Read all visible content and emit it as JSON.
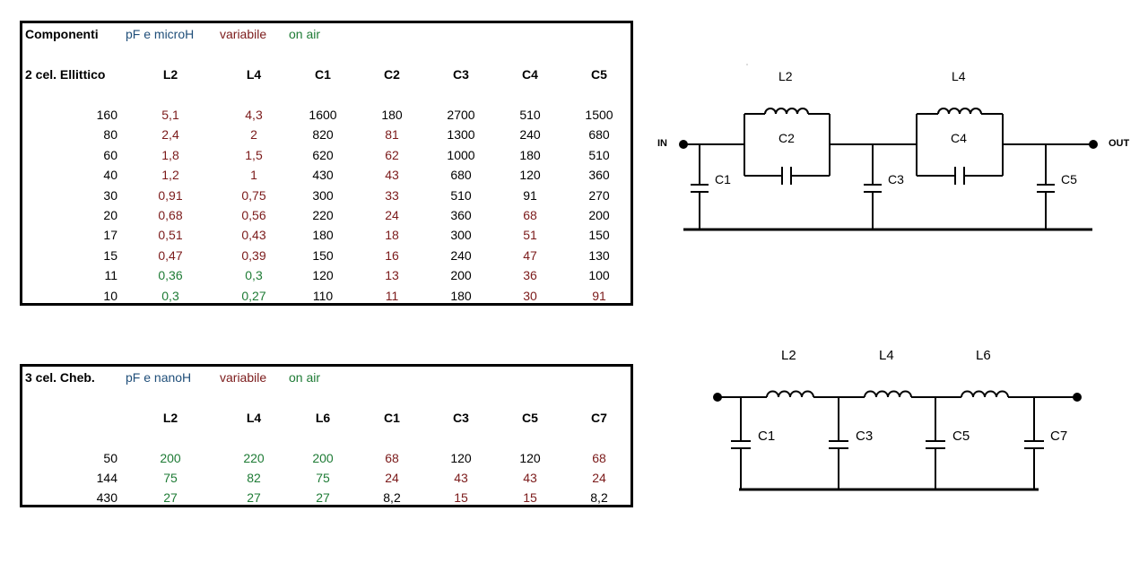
{
  "colors": {
    "blue": "#1f4e79",
    "red": "#7b1a1a",
    "green": "#1e7b35",
    "black": "#000000"
  },
  "table1": {
    "title": "Componenti",
    "legend": [
      {
        "text": "pF e microH",
        "color": "blue"
      },
      {
        "text": "variabile",
        "color": "red"
      },
      {
        "text": "on air",
        "color": "green"
      }
    ],
    "row_header": "2 cel. Ellittico",
    "columns": [
      "L2",
      "L4",
      "C1",
      "C2",
      "C3",
      "C4",
      "C5"
    ],
    "rows": [
      {
        "label": "160",
        "cells": [
          [
            "5,1",
            "red"
          ],
          [
            "4,3",
            "red"
          ],
          [
            "1600",
            "black"
          ],
          [
            "180",
            "black"
          ],
          [
            "2700",
            "black"
          ],
          [
            "510",
            "black"
          ],
          [
            "1500",
            "black"
          ]
        ]
      },
      {
        "label": "80",
        "cells": [
          [
            "2,4",
            "red"
          ],
          [
            "2",
            "red"
          ],
          [
            "820",
            "black"
          ],
          [
            "81",
            "red"
          ],
          [
            "1300",
            "black"
          ],
          [
            "240",
            "black"
          ],
          [
            "680",
            "black"
          ]
        ]
      },
      {
        "label": "60",
        "cells": [
          [
            "1,8",
            "red"
          ],
          [
            "1,5",
            "red"
          ],
          [
            "620",
            "black"
          ],
          [
            "62",
            "red"
          ],
          [
            "1000",
            "black"
          ],
          [
            "180",
            "black"
          ],
          [
            "510",
            "black"
          ]
        ]
      },
      {
        "label": "40",
        "cells": [
          [
            "1,2",
            "red"
          ],
          [
            "1",
            "red"
          ],
          [
            "430",
            "black"
          ],
          [
            "43",
            "red"
          ],
          [
            "680",
            "black"
          ],
          [
            "120",
            "black"
          ],
          [
            "360",
            "black"
          ]
        ]
      },
      {
        "label": "30",
        "cells": [
          [
            "0,91",
            "red"
          ],
          [
            "0,75",
            "red"
          ],
          [
            "300",
            "black"
          ],
          [
            "33",
            "red"
          ],
          [
            "510",
            "black"
          ],
          [
            "91",
            "black"
          ],
          [
            "270",
            "black"
          ]
        ]
      },
      {
        "label": "20",
        "cells": [
          [
            "0,68",
            "red"
          ],
          [
            "0,56",
            "red"
          ],
          [
            "220",
            "black"
          ],
          [
            "24",
            "red"
          ],
          [
            "360",
            "black"
          ],
          [
            "68",
            "red"
          ],
          [
            "200",
            "black"
          ]
        ]
      },
      {
        "label": "17",
        "cells": [
          [
            "0,51",
            "red"
          ],
          [
            "0,43",
            "red"
          ],
          [
            "180",
            "black"
          ],
          [
            "18",
            "red"
          ],
          [
            "300",
            "black"
          ],
          [
            "51",
            "red"
          ],
          [
            "150",
            "black"
          ]
        ]
      },
      {
        "label": "15",
        "cells": [
          [
            "0,47",
            "red"
          ],
          [
            "0,39",
            "red"
          ],
          [
            "150",
            "black"
          ],
          [
            "16",
            "red"
          ],
          [
            "240",
            "black"
          ],
          [
            "47",
            "red"
          ],
          [
            "130",
            "black"
          ]
        ]
      },
      {
        "label": "11",
        "cells": [
          [
            "0,36",
            "green"
          ],
          [
            "0,3",
            "green"
          ],
          [
            "120",
            "black"
          ],
          [
            "13",
            "red"
          ],
          [
            "200",
            "black"
          ],
          [
            "36",
            "red"
          ],
          [
            "100",
            "black"
          ]
        ]
      },
      {
        "label": "10",
        "cells": [
          [
            "0,3",
            "green"
          ],
          [
            "0,27",
            "green"
          ],
          [
            "110",
            "black"
          ],
          [
            "11",
            "red"
          ],
          [
            "180",
            "black"
          ],
          [
            "30",
            "red"
          ],
          [
            "91",
            "red"
          ]
        ]
      }
    ]
  },
  "table2": {
    "title": "3 cel. Cheb.",
    "legend": [
      {
        "text": "pF e nanoH",
        "color": "blue"
      },
      {
        "text": "variabile",
        "color": "red"
      },
      {
        "text": "on air",
        "color": "green"
      }
    ],
    "columns": [
      "L2",
      "L4",
      "L6",
      "C1",
      "C3",
      "C5",
      "C7"
    ],
    "rows": [
      {
        "label": "50",
        "cells": [
          [
            "200",
            "green"
          ],
          [
            "220",
            "green"
          ],
          [
            "200",
            "green"
          ],
          [
            "68",
            "red"
          ],
          [
            "120",
            "black"
          ],
          [
            "120",
            "black"
          ],
          [
            "68",
            "red"
          ]
        ]
      },
      {
        "label": "144",
        "cells": [
          [
            "75",
            "green"
          ],
          [
            "82",
            "green"
          ],
          [
            "75",
            "green"
          ],
          [
            "24",
            "red"
          ],
          [
            "43",
            "red"
          ],
          [
            "43",
            "red"
          ],
          [
            "24",
            "red"
          ]
        ]
      },
      {
        "label": "430",
        "cells": [
          [
            "27",
            "green"
          ],
          [
            "27",
            "green"
          ],
          [
            "27",
            "green"
          ],
          [
            "8,2",
            "black"
          ],
          [
            "15",
            "red"
          ],
          [
            "15",
            "red"
          ],
          [
            "8,2",
            "black"
          ]
        ]
      }
    ]
  },
  "schematic1": {
    "in_label": "IN",
    "out_label": "OUT",
    "labels": {
      "L2": "L2",
      "L4": "L4",
      "C1": "C1",
      "C2": "C2",
      "C3": "C3",
      "C4": "C4",
      "C5": "C5"
    }
  },
  "schematic2": {
    "labels": {
      "L2": "L2",
      "L4": "L4",
      "L6": "L6",
      "C1": "C1",
      "C3": "C3",
      "C5": "C5",
      "C7": "C7"
    }
  }
}
